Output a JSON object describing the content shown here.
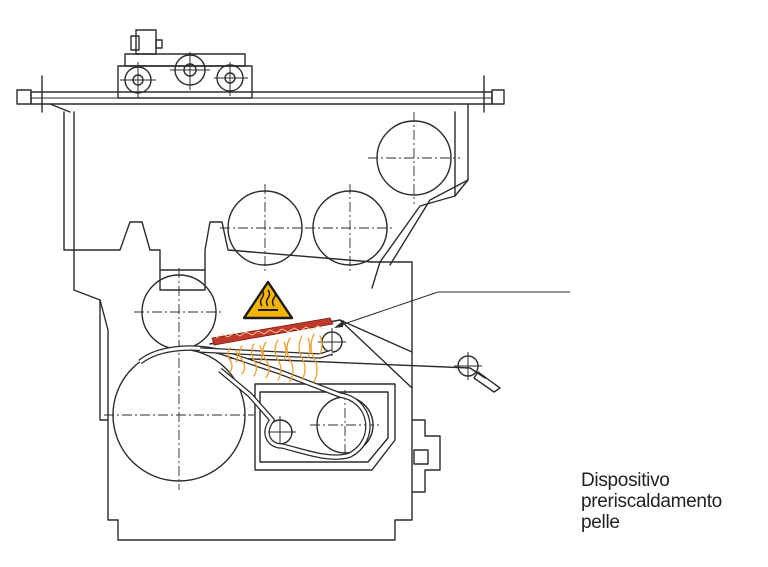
{
  "label": {
    "line1": "Dispositivo",
    "line2": "preriscaldamento",
    "line3": "pelle"
  },
  "colors": {
    "heater_red": "#c0392b",
    "heat_waves": "#f0a030",
    "warning_yellow": "#f4b400",
    "outline": "#2b2b2b"
  },
  "icons": {
    "warning": "hot-surface-warning-icon"
  }
}
